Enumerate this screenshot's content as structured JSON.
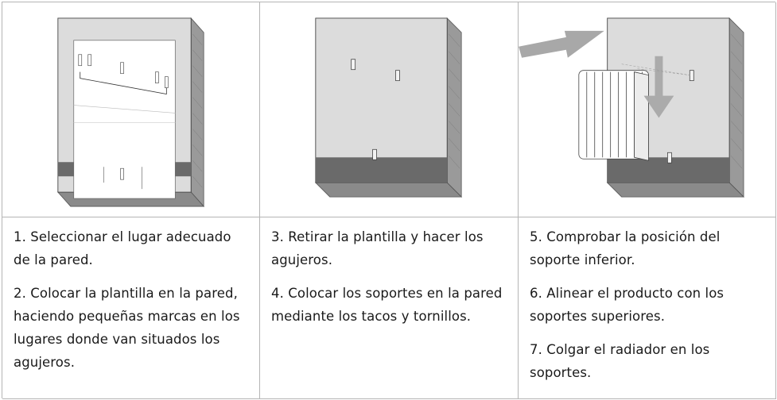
{
  "steps": {
    "col1": {
      "step1": "1. Seleccionar el lugar adecuado de la pared.",
      "step2": "2. Colocar la plantilla en la pared, haciendo pequeñas marcas en los lugares donde van situados los agujeros."
    },
    "col2": {
      "step3": "3. Retirar la plantilla y hacer los agujeros.",
      "step4": "4. Colocar los soportes en la pared mediante los tacos y tornillos."
    },
    "col3": {
      "step5": "5. Comprobar la posición del soporte inferior.",
      "step6": "6. Alinear el producto con los soportes superiores.",
      "step7": "7. Colgar el radiador en los soportes."
    }
  },
  "colors": {
    "wall": "#dcdcdc",
    "wall_edge": "#8f8f8f",
    "baseboard": "#6a6a6a",
    "template": "#ffffff",
    "arrow": "#a8a8a8",
    "grid_line": "#b5b5b5"
  }
}
